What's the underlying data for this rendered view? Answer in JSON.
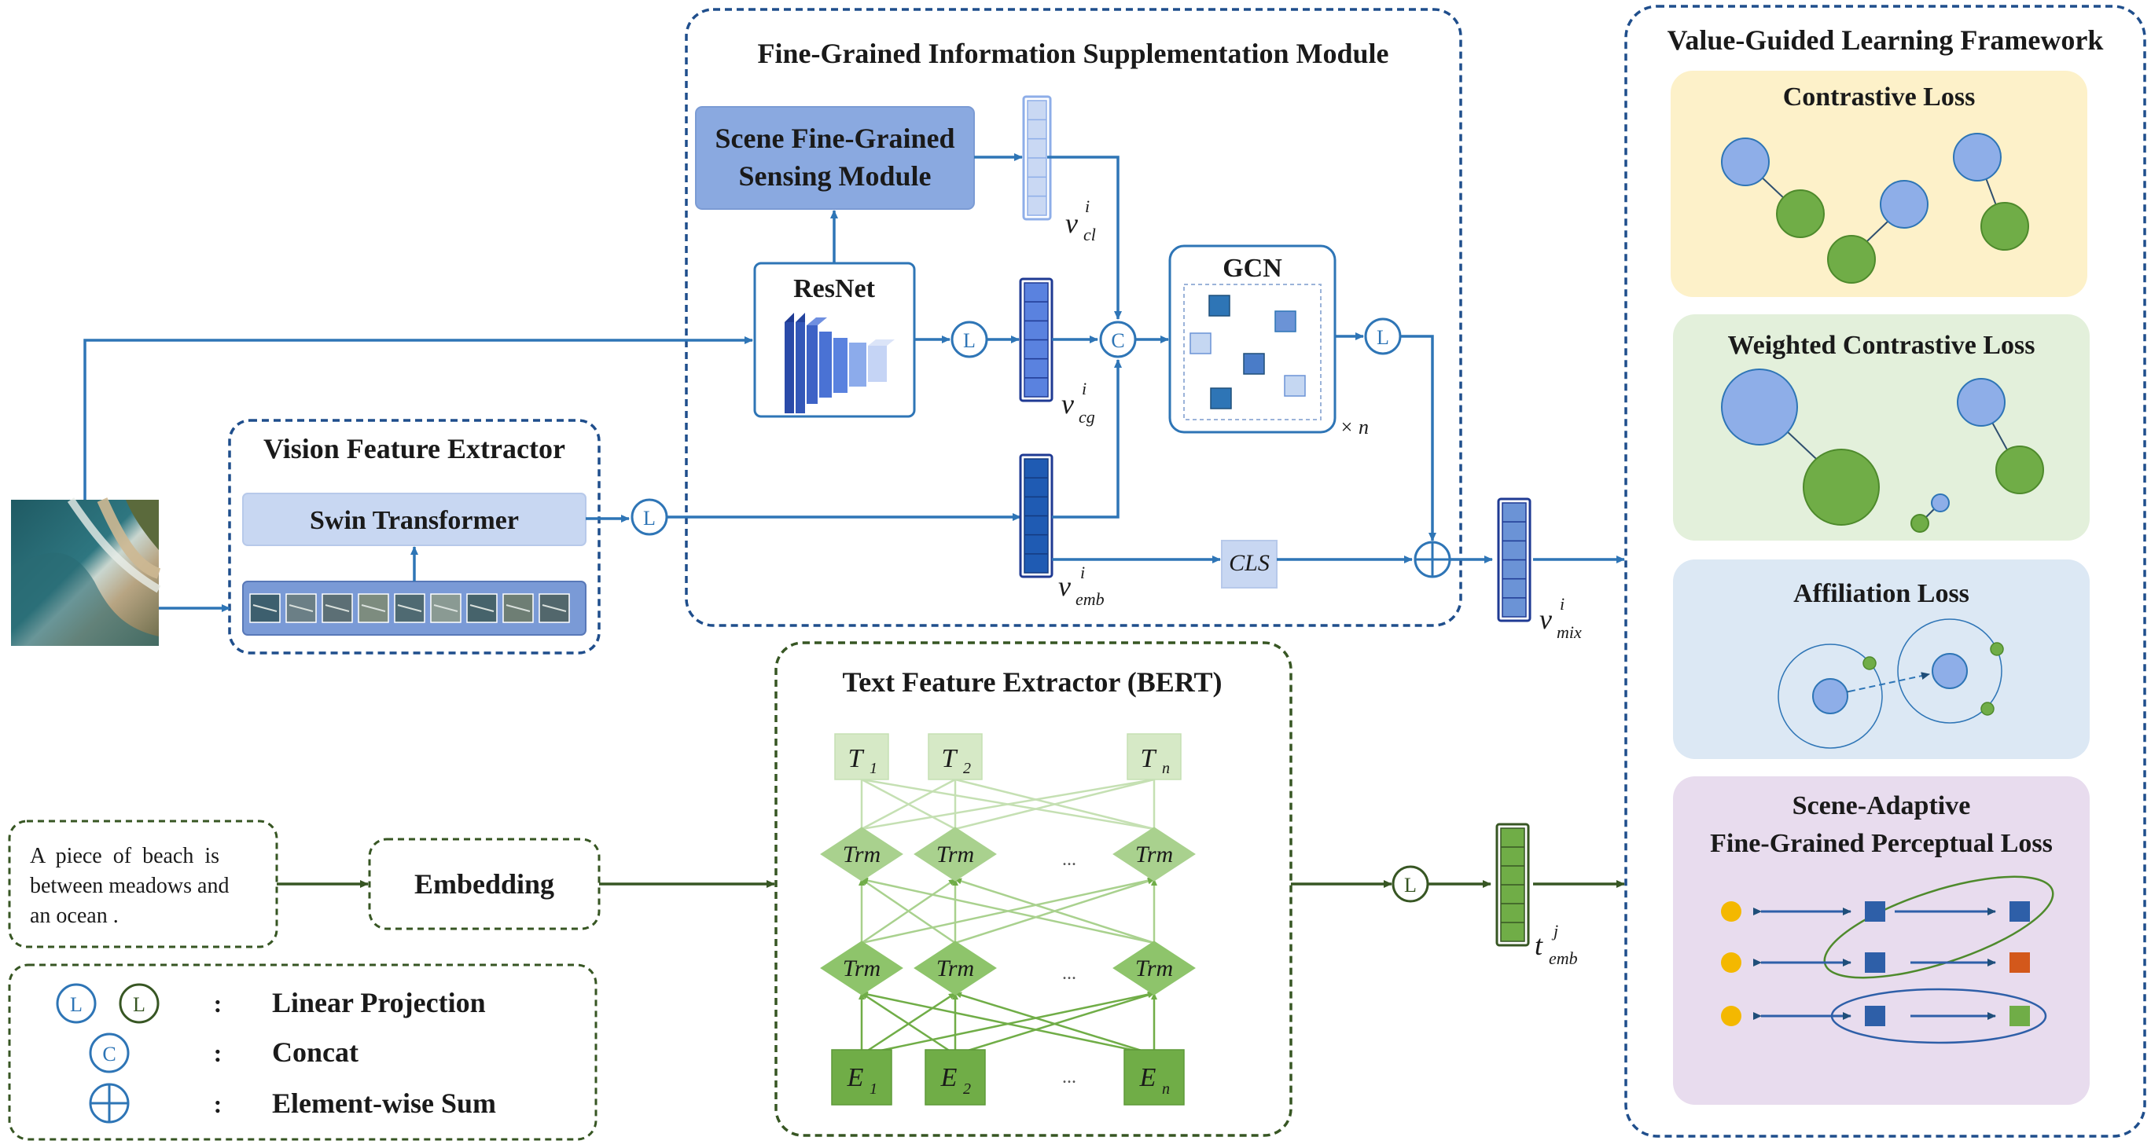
{
  "modules": {
    "fism": {
      "title": "Fine-Grained Information Supplementation Module"
    },
    "vgl": {
      "title": "Value-Guided Learning Framework"
    },
    "vfe": {
      "title": "Vision Feature Extractor",
      "swin": "Swin Transformer"
    },
    "tfe": {
      "title": "Text Feature Extractor (BERT)"
    },
    "sfsm": {
      "line1": "Scene Fine-Grained",
      "line2": "Sensing Module"
    },
    "resnet": {
      "label": "ResNet"
    },
    "gcn": {
      "label": "GCN",
      "repeat": "× n"
    },
    "cls": {
      "label": "CLS"
    }
  },
  "vectors": {
    "cl": {
      "base": "v",
      "sup": "i",
      "sub": "cl"
    },
    "cg": {
      "base": "v",
      "sup": "i",
      "sub": "cg"
    },
    "emb": {
      "base": "v",
      "sup": "i",
      "sub": "emb"
    },
    "mix": {
      "base": "v",
      "sup": "i",
      "sub": "mix"
    },
    "temb": {
      "base": "t",
      "sup": "j",
      "sub": "emb"
    }
  },
  "ops": {
    "linear": "L",
    "concat": "C"
  },
  "caption": {
    "line1": "A  piece  of  beach  is",
    "line2": "between meadows and",
    "line3": "an ocean ."
  },
  "embedding": {
    "label": "Embedding"
  },
  "bert": {
    "outputs": [
      {
        "base": "T",
        "sub": "1"
      },
      {
        "base": "T",
        "sub": "2"
      },
      {
        "base": "T",
        "sub": "n"
      }
    ],
    "inputs": [
      {
        "base": "E",
        "sub": "1"
      },
      {
        "base": "E",
        "sub": "2"
      },
      {
        "base": "E",
        "sub": "n"
      }
    ],
    "trm": "Trm",
    "ellipsis": "..."
  },
  "losses": [
    {
      "title": "Contrastive Loss",
      "color": "#fdf1c9"
    },
    {
      "title": "Weighted Contrastive Loss",
      "color": "#e3f0db"
    },
    {
      "title": "Affiliation Loss",
      "color": "#dce8f4"
    },
    {
      "title_line1": "Scene-Adaptive",
      "title_line2": "Fine-Grained Perceptual Loss",
      "color": "#e8dcee"
    }
  ],
  "legend": [
    {
      "symbol": "L",
      "sep": ":",
      "label": "Linear Projection"
    },
    {
      "symbol": "C",
      "sep": ":",
      "label": "Concat"
    },
    {
      "symbol": "⊕",
      "sep": ":",
      "label": "Element-wise Sum"
    }
  ],
  "colors": {
    "blue_line": "#2e75b6",
    "dark_blue_border": "#1f4e8c",
    "green_line": "#375623",
    "light_green": "#a9d18e",
    "node_blue": "#8eaee8",
    "node_green": "#70ad47"
  }
}
